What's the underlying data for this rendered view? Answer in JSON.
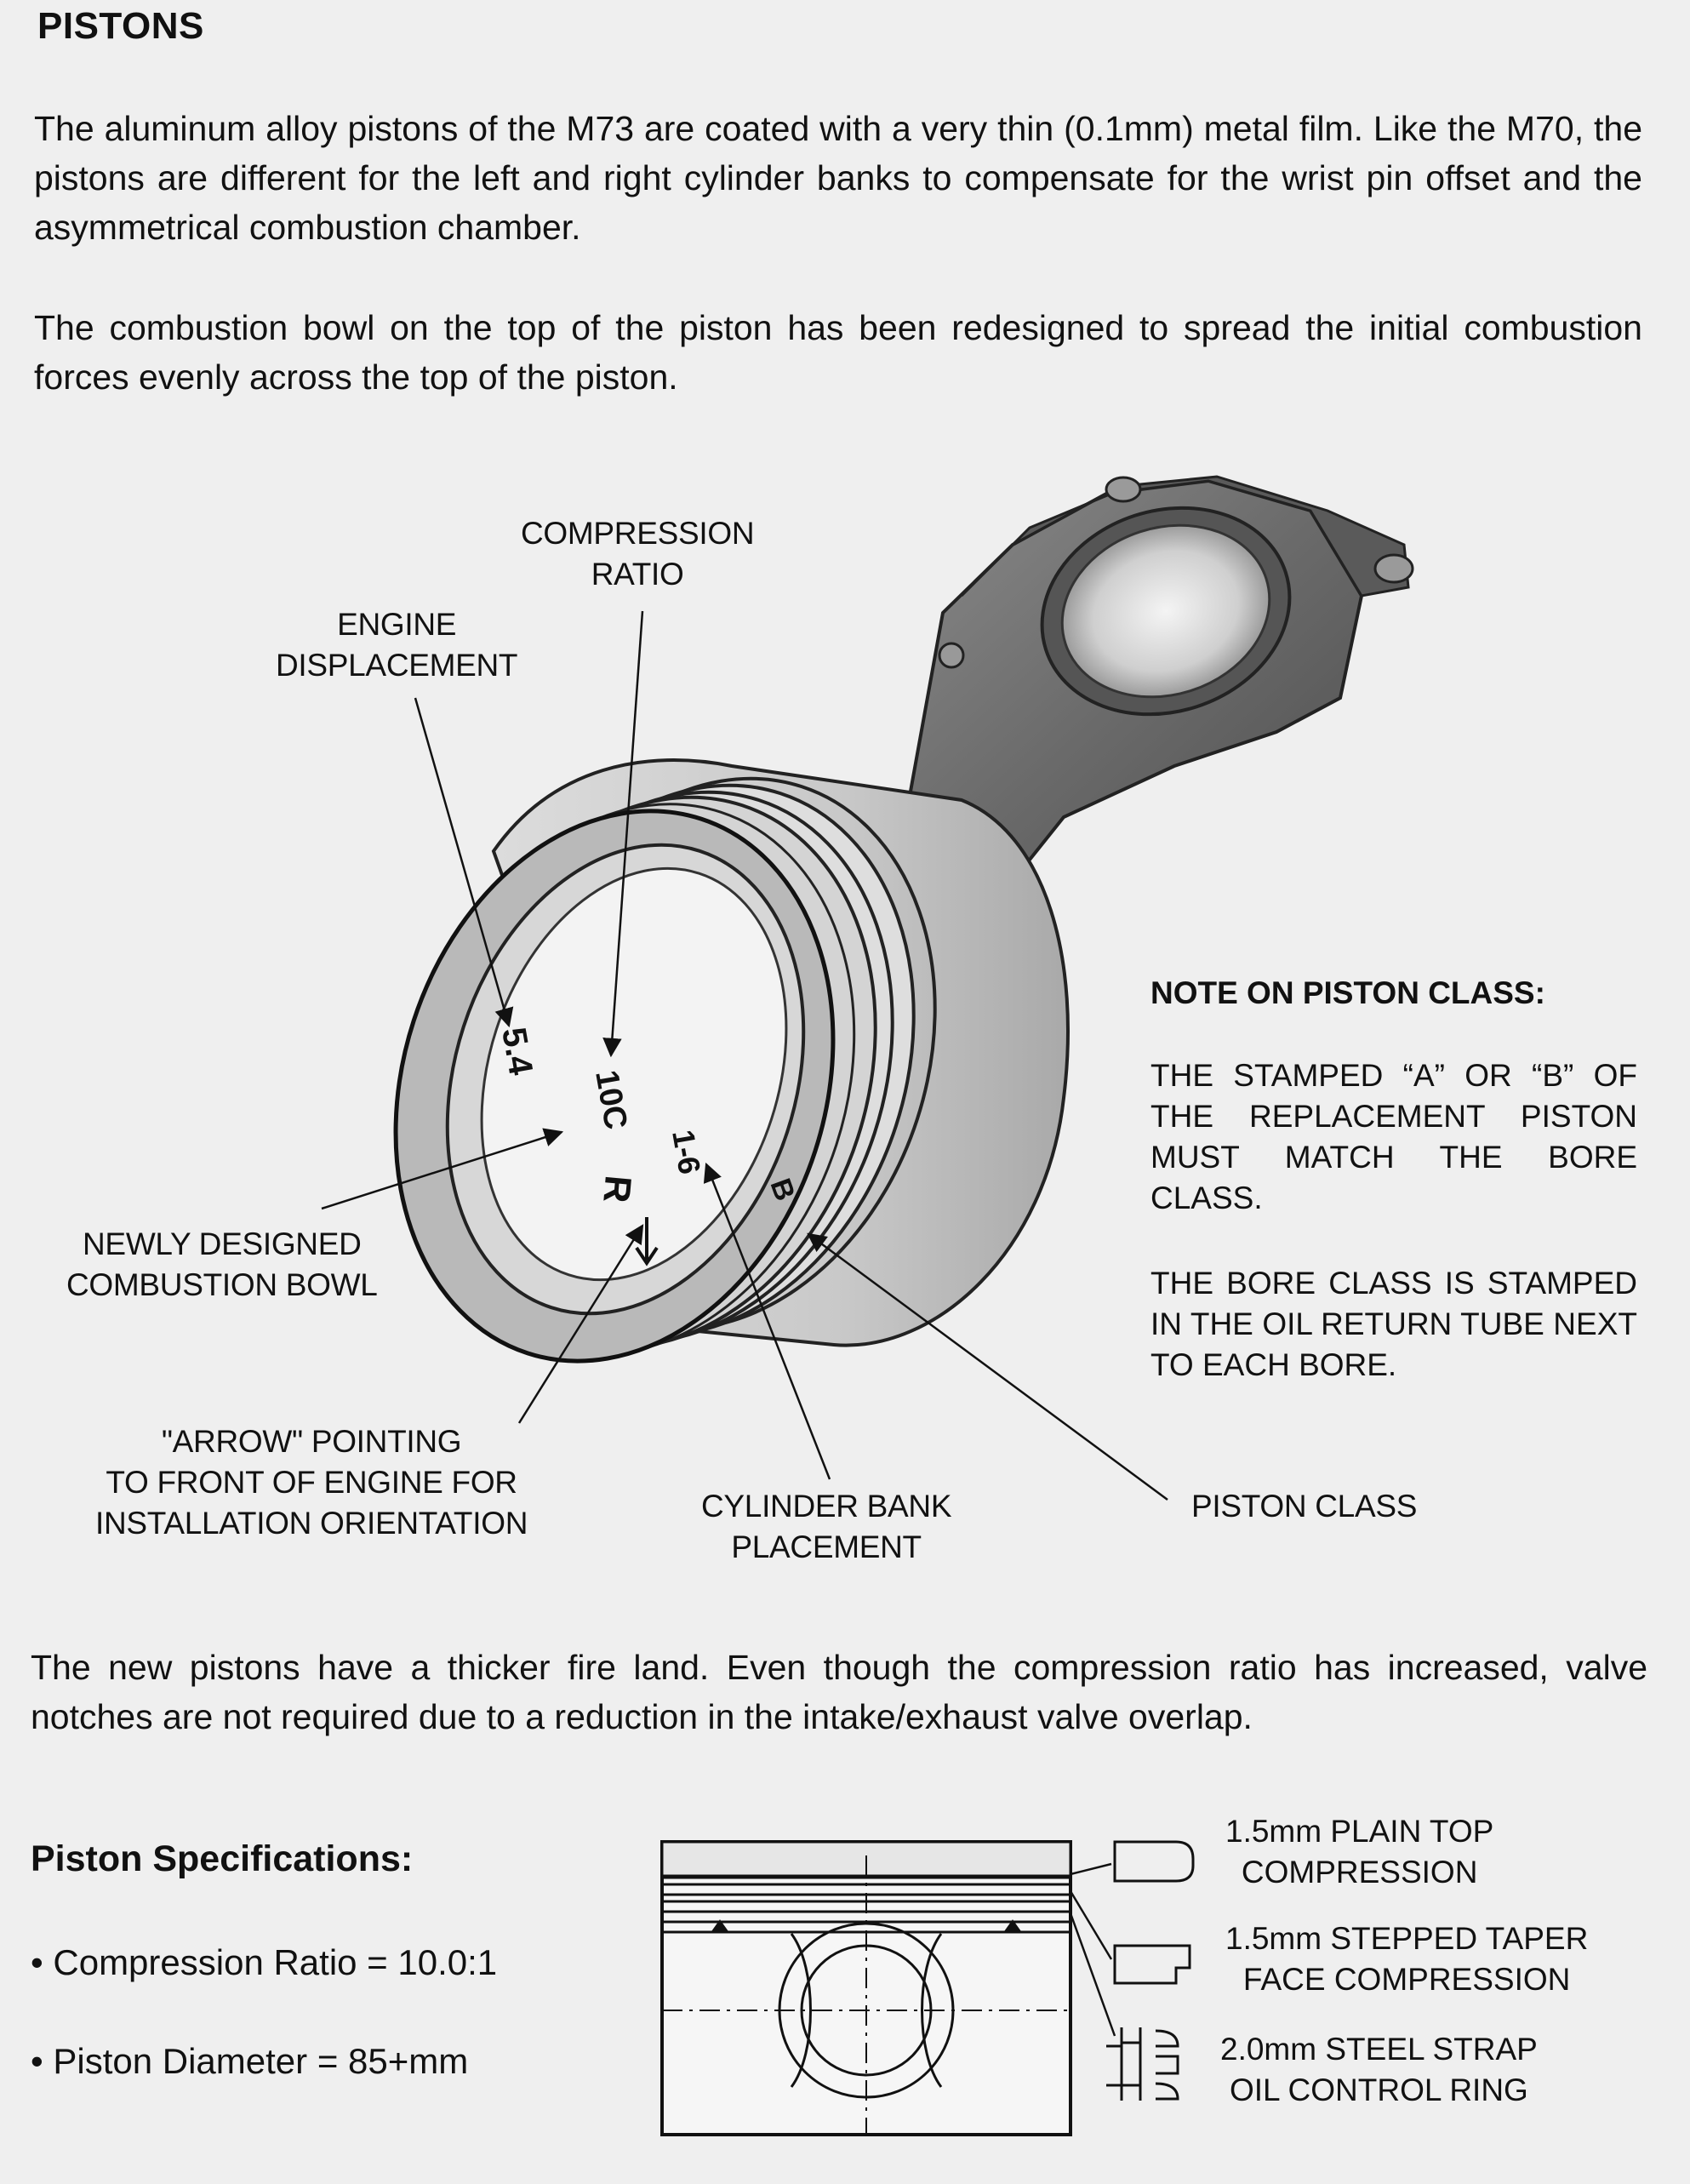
{
  "heading": "PISTONS",
  "paragraphs": [
    "The aluminum alloy pistons of the M73 are coated with a very thin (0.1mm) metal film.  Like the M70, the pistons are different for the left and right cylinder banks to compensate for the wrist pin offset and the asymmetrical combustion chamber.",
    "The combustion bowl on the top of the piston has been redesigned to spread the initial combustion forces evenly across the top of the piston.",
    "The new pistons have a thicker fire land. Even though the compression ratio has increased, valve notches are not required due to a reduction in the intake/exhaust valve overlap."
  ],
  "diagram": {
    "labels": {
      "compression_ratio": [
        "COMPRESSION",
        "RATIO"
      ],
      "engine_displacement": [
        "ENGINE",
        "DISPLACEMENT"
      ],
      "combustion_bowl": [
        "NEWLY DESIGNED",
        "COMBUSTION BOWL"
      ],
      "arrow": [
        "\"ARROW\" POINTING",
        "TO FRONT OF ENGINE FOR",
        "INSTALLATION ORIENTATION"
      ],
      "cylinder_bank": [
        "CYLINDER BANK",
        "PLACEMENT"
      ],
      "piston_class": [
        "PISTON CLASS"
      ]
    },
    "stamps": {
      "displacement": "5.4",
      "compression": "10C",
      "bank": "1-6",
      "class": "B",
      "front_mark": "R"
    }
  },
  "note": {
    "title": "NOTE ON PISTON CLASS:",
    "body": [
      "THE STAMPED “A” OR “B” OF THE REPLACEMENT PISTON MUST MATCH THE BORE CLASS.",
      "THE BORE CLASS IS STAMPED IN THE OIL RETURN TUBE NEXT TO EACH BORE."
    ]
  },
  "specs": {
    "title": "Piston Specifications:",
    "items": [
      "• Compression Ratio = 10.0:1",
      "• Piston Diameter = 85+mm"
    ]
  },
  "rings": [
    [
      "1.5mm PLAIN TOP",
      "COMPRESSION"
    ],
    [
      "1.5mm STEPPED TAPER",
      "FACE COMPRESSION"
    ],
    [
      "2.0mm STEEL STRAP",
      "OIL CONTROL RING"
    ]
  ],
  "colors": {
    "page": "#efefef",
    "ink": "#111111",
    "metal_dark": "#6e6e6e",
    "metal_light": "#d4d4d4"
  }
}
